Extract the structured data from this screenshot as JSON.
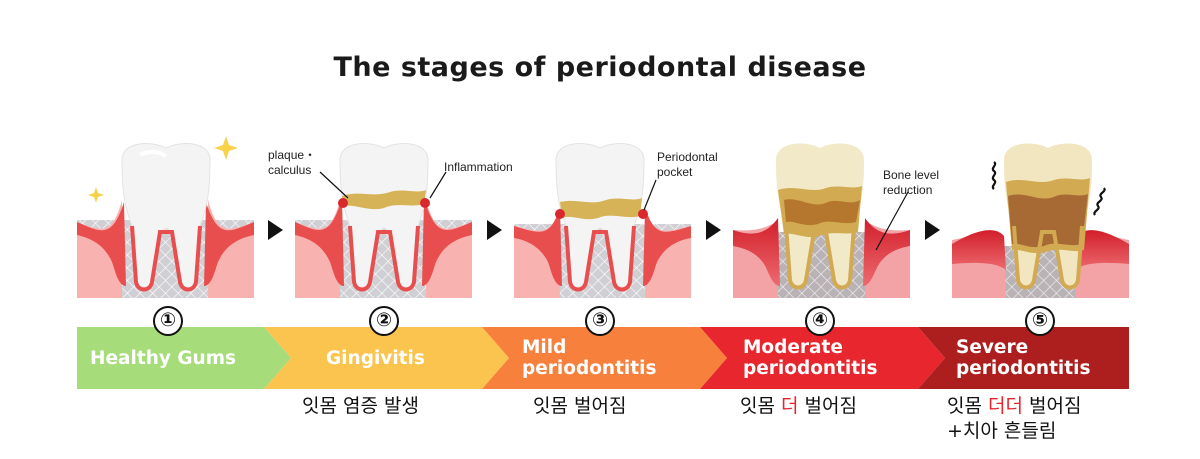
{
  "title": "The stages of periodontal disease",
  "stages": [
    {
      "number": "①",
      "label": "Healthy Gums",
      "label_lines": [
        "Healthy Gums"
      ],
      "color": "#a6dd7a",
      "korean": []
    },
    {
      "number": "②",
      "label": "Gingivitis",
      "label_lines": [
        "Gingivitis"
      ],
      "color": "#fbc44f",
      "korean": [
        "잇몸 염증 발생"
      ]
    },
    {
      "number": "③",
      "label": "Mild periodontitis",
      "label_lines": [
        "Mild",
        "periodontitis"
      ],
      "color": "#f6803c",
      "korean": [
        "잇몸 벌어짐"
      ]
    },
    {
      "number": "④",
      "label": "Moderate periodontitis",
      "label_lines": [
        "Moderate",
        "periodontitis"
      ],
      "color": "#e8262d",
      "korean": [
        "잇몸 더 벌어짐"
      ]
    },
    {
      "number": "⑤",
      "label": "Severe periodontitis",
      "label_lines": [
        "Severe",
        "periodontitis"
      ],
      "color": "#ad1f1f",
      "korean": [
        "잇몸 더더 벌어짐",
        "+치아 흔들림"
      ]
    }
  ],
  "korean_segments": {
    "s2": {
      "a": "잇몸 염증 발생"
    },
    "s3": {
      "a": "잇몸 벌어짐"
    },
    "s4": {
      "pre": "잇몸 ",
      "red": "더",
      "post": " 벌어짐"
    },
    "s5": {
      "pre": "잇몸 ",
      "red": "더더",
      "post": " 벌어짐",
      "line2": "+치아 흔들림"
    }
  },
  "annotations": {
    "plaque": [
      "plaque・",
      "calculus"
    ],
    "inflammation": "Inflammation",
    "pocket": [
      "Periodontal",
      "pocket"
    ],
    "bone": [
      "Bone level",
      "reduction"
    ]
  },
  "colors": {
    "gum": "#e8534f",
    "gum_inner": "#f6a5a4",
    "bone": "#d8d8dc",
    "tooth": "#f2f2f2",
    "plaque": "#d6b357",
    "sparkle": "#f7d24a"
  }
}
